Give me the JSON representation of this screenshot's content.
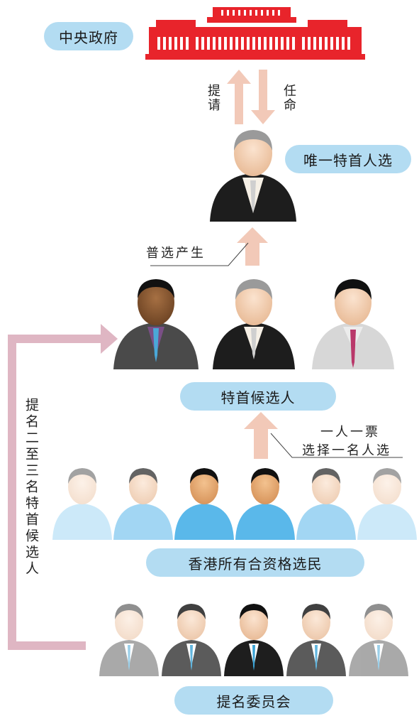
{
  "labels": {
    "central_gov": "中央政府",
    "nominate": "提请",
    "appoint": "任命",
    "sole_ce_candidate": "唯一特首人选",
    "universal_suffrage": "普选产生",
    "ce_candidates": "特首候选人",
    "one_person_one_vote_1": "一人一票",
    "one_person_one_vote_2": "选择一名人选",
    "all_eligible_voters": "香港所有合资格选民",
    "nominate_two_three": "提名二至三名特首候选人",
    "nominating_committee": "提名委员会"
  },
  "colors": {
    "pill": "#b3dcf2",
    "building": "#e8242b",
    "arrow_light": "#f2c9b8",
    "arrow_side": "#dfb6c3"
  }
}
